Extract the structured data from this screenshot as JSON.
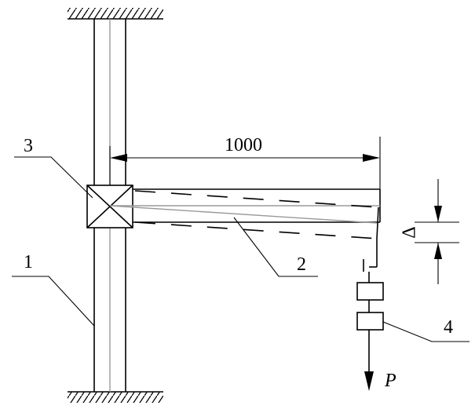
{
  "labels": {
    "dimension": "1000",
    "part_1": "1",
    "part_2": "2",
    "part_3": "3",
    "part_4": "4",
    "load": "P",
    "deflection": "Δ"
  }
}
